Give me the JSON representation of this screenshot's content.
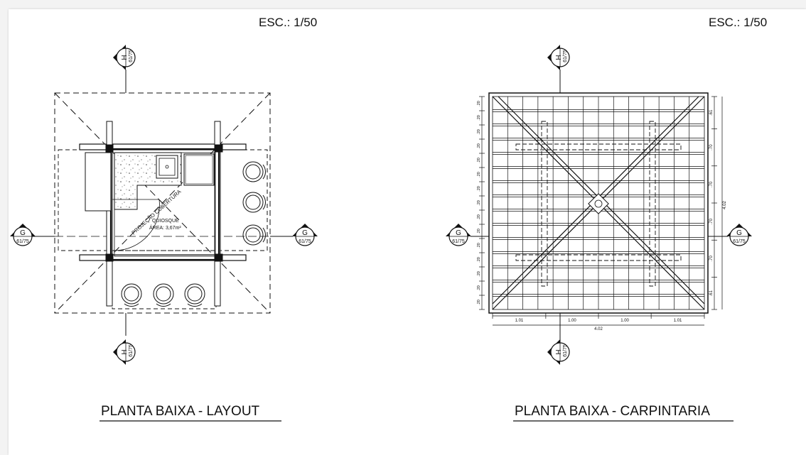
{
  "sheet": {
    "scale_note": "ESC.: 1/50",
    "colors": {
      "line": "#111111",
      "background": "#ffffff",
      "hatch": "#444444"
    }
  },
  "drawings": [
    {
      "id": "layout",
      "title": "PLANTA BAIXA - LAYOUT",
      "scale_note": "ESC.: 1/50",
      "room_name": "QUIOSQUE",
      "room_area": "ÁREA: 3,67m²",
      "roof_projection_label": "PROJEÇÃO COBERTURA",
      "section_markers": [
        {
          "letter": "H",
          "ref": "61/75"
        },
        {
          "letter": "G",
          "ref": "61/75"
        }
      ]
    },
    {
      "id": "carpintaria",
      "title": "PLANTA BAIXA - CARPINTARIA",
      "scale_note": "ESC.: 1/50",
      "bottom_dims": [
        "1.01",
        "1.00",
        "1.00",
        "1.01"
      ],
      "bottom_total": "4.02",
      "right_dims": [
        ".61",
        ".70",
        ".70",
        ".70",
        ".70",
        ".61"
      ],
      "right_total": "4.02",
      "left_dims": [
        ".20",
        ".20",
        ".20",
        ".20",
        ".20",
        ".20",
        ".20",
        ".20",
        ".20",
        ".20",
        ".20",
        ".20",
        ".20",
        ".20",
        ".20"
      ],
      "section_markers": [
        {
          "letter": "H",
          "ref": "61/75"
        },
        {
          "letter": "G",
          "ref": "61/75"
        }
      ]
    }
  ]
}
